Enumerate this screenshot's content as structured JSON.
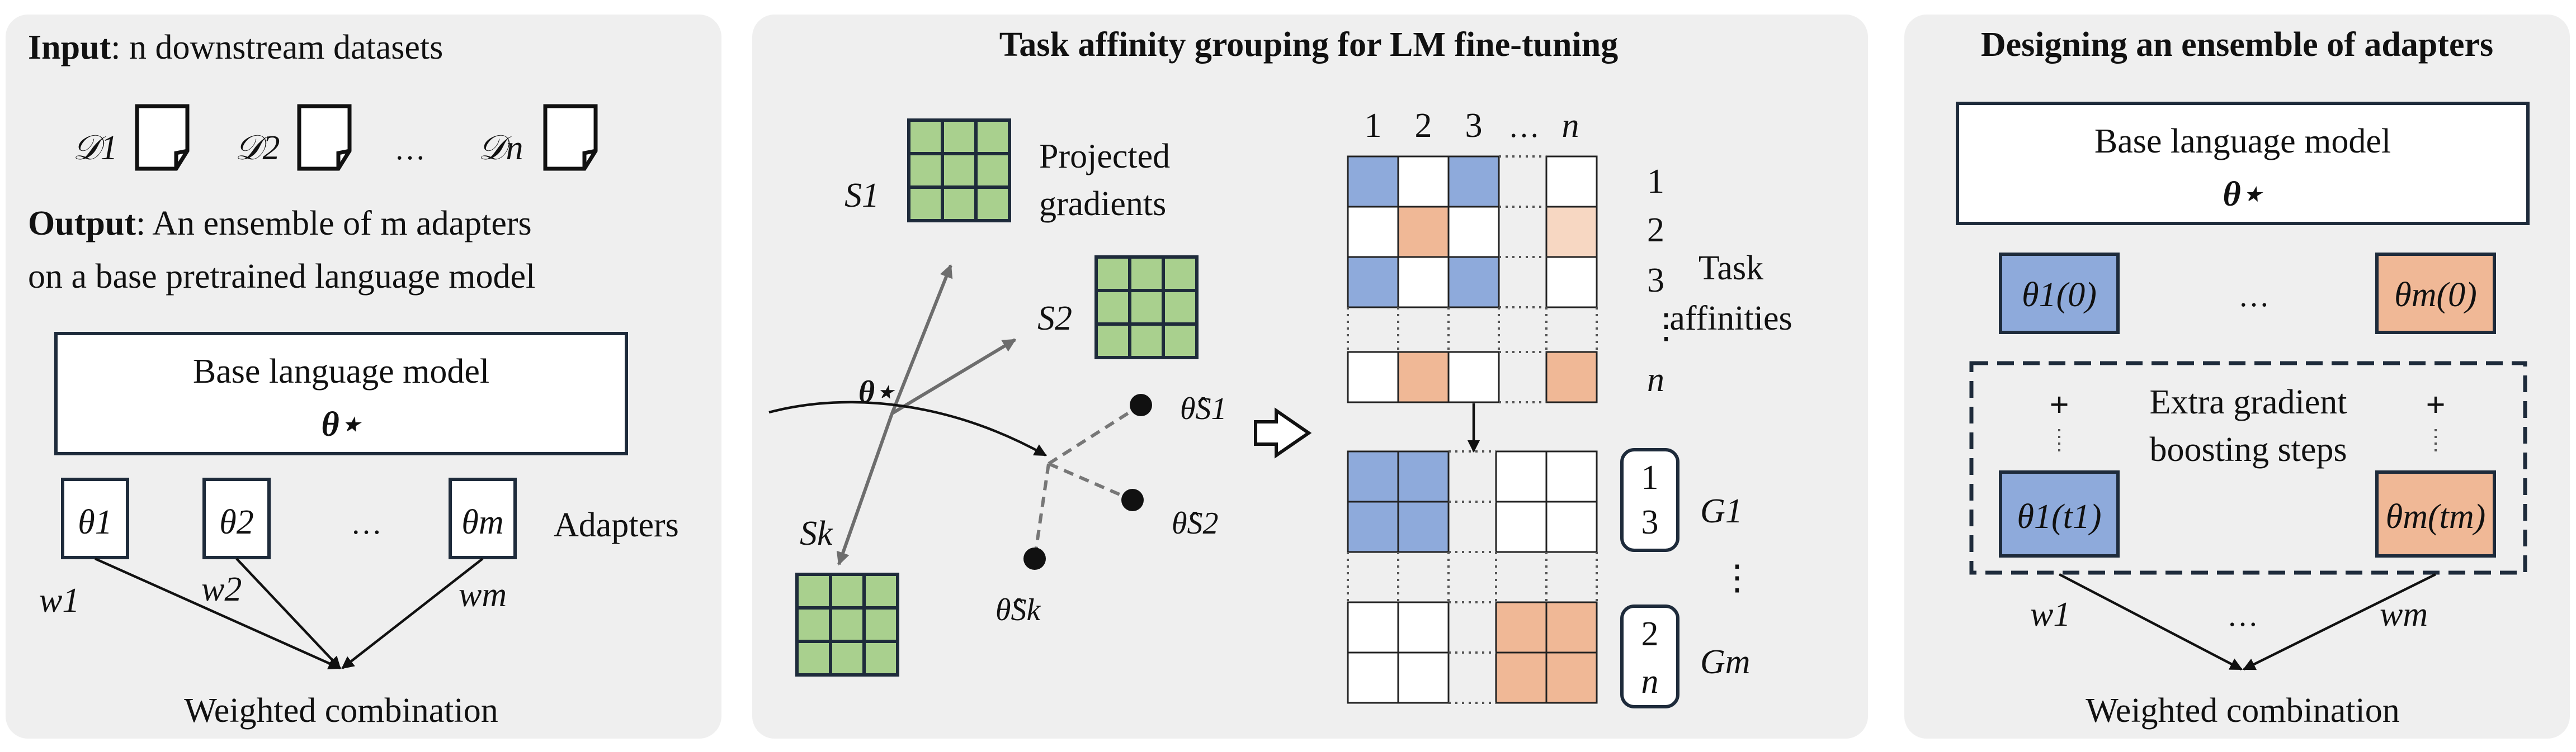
{
  "left": {
    "input_bold": "Input",
    "input_rest": ": n downstream datasets",
    "datasets": [
      "𝒟1",
      "𝒟2",
      "…",
      "𝒟n"
    ],
    "output_bold": "Output",
    "output_rest_line1": ": An ensemble of m adapters",
    "output_line2": "on a base pretrained language model",
    "model_title": "Base language model",
    "model_param": "θ⋆",
    "adapters": [
      "θ1",
      "θ2",
      "…",
      "θm"
    ],
    "adapters_label": "Adapters",
    "weights": [
      "w1",
      "w2",
      "wm"
    ],
    "combination": "Weighted combination"
  },
  "middle": {
    "title": "Task affinity grouping for LM fine-tuning",
    "subsets": [
      "S1",
      "S2",
      "Sk"
    ],
    "projected_line1": "Projected",
    "projected_line2": "gradients",
    "theta_star": "θ⋆",
    "estimates": [
      "θ̂S1",
      "θ̂S2",
      "θ̂Sk"
    ],
    "col_headers": [
      "1",
      "2",
      "3",
      "…",
      "n"
    ],
    "row_headers": [
      "1",
      "2",
      "3",
      "⋮",
      "n"
    ],
    "affinity_line1": "Task",
    "affinity_line2": "affinities",
    "groups": [
      {
        "members": [
          "1",
          "3"
        ],
        "label": "G1"
      },
      {
        "members": [
          "2",
          "n"
        ],
        "label": "Gm"
      }
    ],
    "group_ellipsis": "⋮",
    "colors": {
      "blue": "#8eaadb",
      "orange": "#f0b896",
      "green": "#a9d08e",
      "panel": "#efefef"
    }
  },
  "right": {
    "title": "Designing an ensemble of adapters",
    "model_title": "Base language model",
    "model_param": "θ⋆",
    "init_adapters": [
      "θ1(0)",
      "…",
      "θm(0)"
    ],
    "boost_line1": "Extra gradient",
    "boost_line2": "boosting steps",
    "plus": "+",
    "final_adapters": [
      "θ1(t1)",
      "θm(tm)"
    ],
    "weights": [
      "w1",
      "…",
      "wm"
    ],
    "combination": "Weighted combination"
  }
}
